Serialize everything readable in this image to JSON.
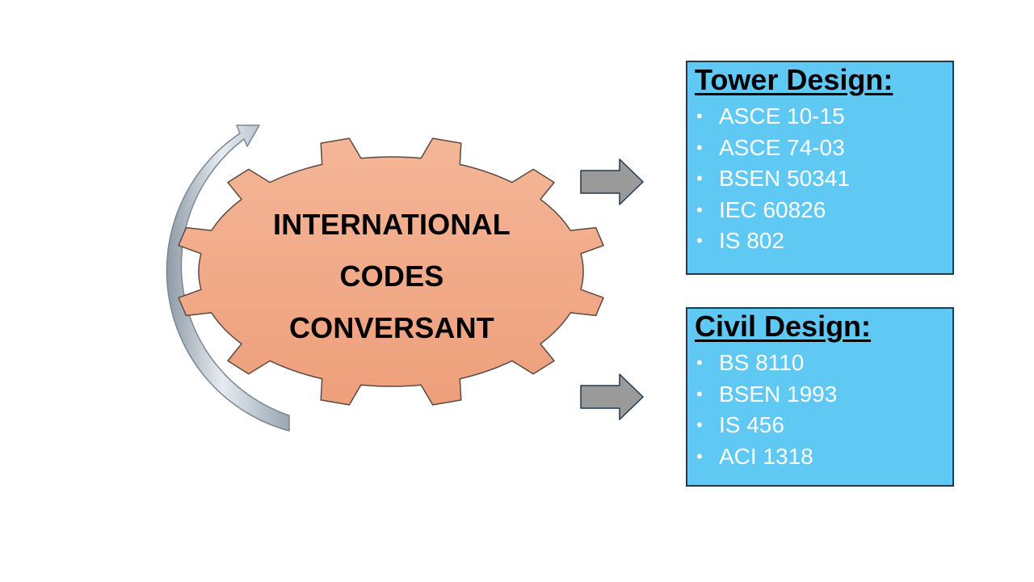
{
  "gear": {
    "lines": [
      "INTERNATIONAL",
      "CODES",
      "CONVERSANT"
    ]
  },
  "boxes": [
    {
      "title": "Tower Design:",
      "items": [
        "ASCE 10-15",
        "ASCE 74-03",
        "BSEN 50341",
        "IEC 60826",
        "IS 802"
      ]
    },
    {
      "title": "Civil Design:",
      "items": [
        "BS 8110",
        "BSEN 1993",
        "IS 456",
        "ACI 1318"
      ]
    }
  ],
  "colors": {
    "gear_fill": "#f1a886",
    "gear_stroke": "#5a4a44",
    "box_fill": "#5fc8f3",
    "box_border": "#1f3b52",
    "arrow_fill": "#9a9a9a",
    "arrow_stroke": "#1f3b52",
    "curved_arrow_fill": "#b8c4d0"
  },
  "icons": {
    "gear": "gear-icon",
    "curved_arrow": "curved-arrow-icon",
    "right_arrow": "arrow-right-icon",
    "bullet": "bullet-icon"
  }
}
